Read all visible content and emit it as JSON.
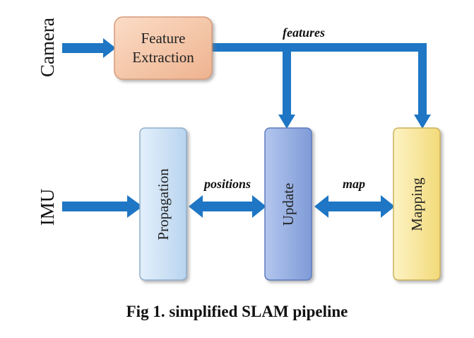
{
  "inputs": {
    "camera": "Camera",
    "imu": "IMU"
  },
  "blocks": {
    "feature_extraction": {
      "line1": "Feature",
      "line2": "Extraction"
    },
    "propagation": "Propagation",
    "update": "Update",
    "mapping": "Mapping"
  },
  "edges": {
    "features": "features",
    "positions": "positions",
    "map": "map"
  },
  "caption": "Fig 1. simplified SLAM pipeline",
  "colors": {
    "arrow": "#1e76c4",
    "feature_extraction": "#f6c7a8",
    "propagation": "#cfe3f7",
    "update": "#98b1e4",
    "mapping": "#fbeaa0"
  }
}
